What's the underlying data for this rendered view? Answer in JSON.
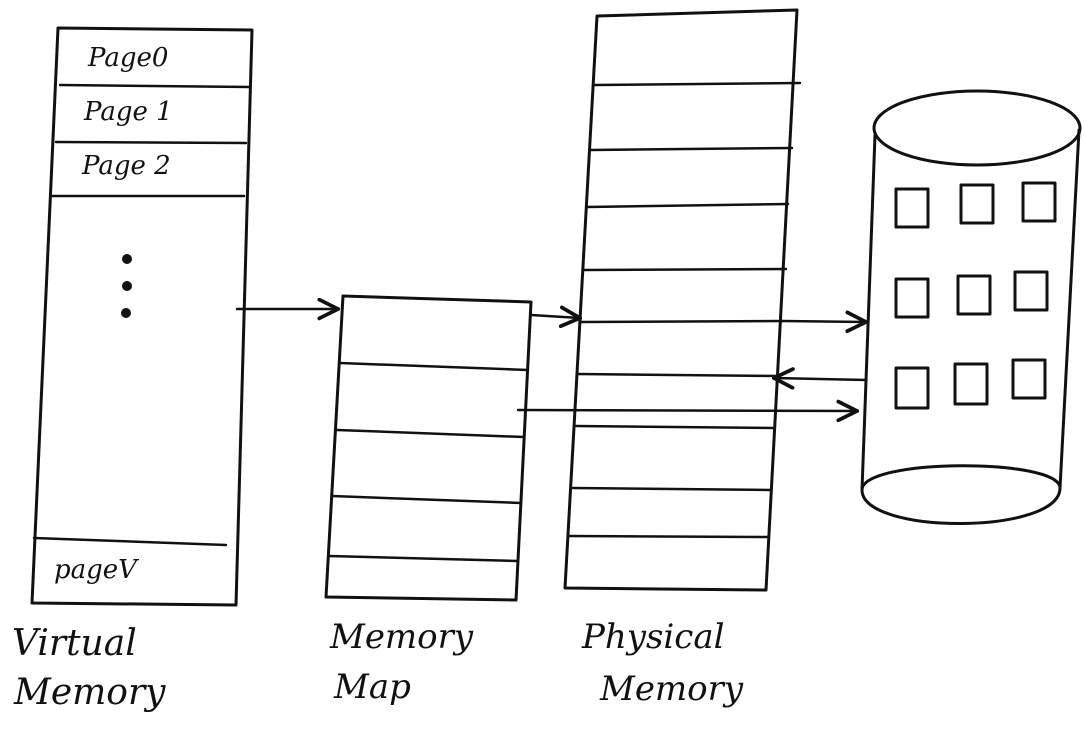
{
  "virtual_memory": {
    "pages": [
      "Page0",
      "Page 1",
      "Page 2"
    ],
    "ellipsis": "⋮",
    "last_page": "pageV",
    "label_line1": "Virtual",
    "label_line2": "Memory"
  },
  "memory_map": {
    "label_line1": "Memory",
    "label_line2": "Map"
  },
  "physical_memory": {
    "label_line1": "Physical",
    "label_line2": "Memory"
  },
  "disk": {
    "icon": "disk-storage-icon",
    "block_rows": 3,
    "block_cols": 3
  },
  "colors": {
    "ink": "#111111",
    "paper": "#ffffff"
  }
}
